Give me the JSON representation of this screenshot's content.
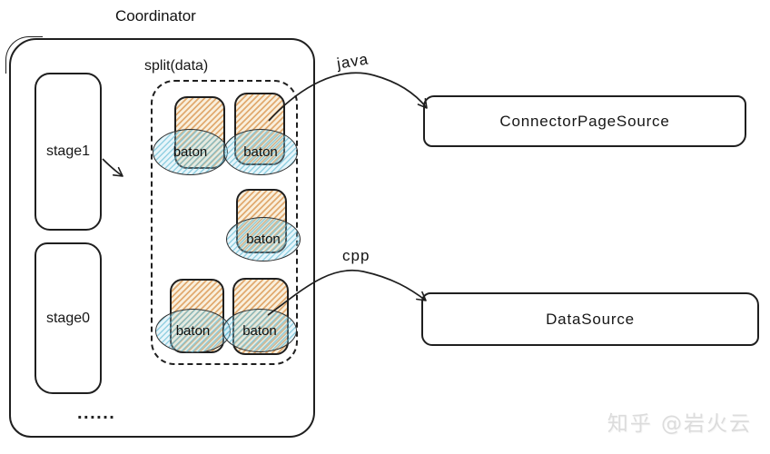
{
  "title": "Coordinator",
  "coordinator": {
    "stages": [
      {
        "label": "stage1"
      },
      {
        "label": "stage0"
      }
    ],
    "ellipsis": "......",
    "split": {
      "label": "split(data)",
      "batons": [
        {
          "label": "baton"
        },
        {
          "label": "baton"
        },
        {
          "label": "baton"
        },
        {
          "label": "baton"
        },
        {
          "label": "baton"
        }
      ]
    }
  },
  "edges": [
    {
      "label": "java"
    },
    {
      "label": "cpp"
    }
  ],
  "targets": [
    {
      "label": "ConnectorPageSource"
    },
    {
      "label": "DataSource"
    }
  ],
  "watermark": "知乎 @岩火云",
  "colors": {
    "background": "#ffffff",
    "stroke": "#1f1f1f",
    "baton_fill": "#f9efdc",
    "baton_hatch_orange": "#d88f46",
    "ellipse_hatch_blue": "#60bad4",
    "watermark_gray": "#dcdcdc"
  }
}
